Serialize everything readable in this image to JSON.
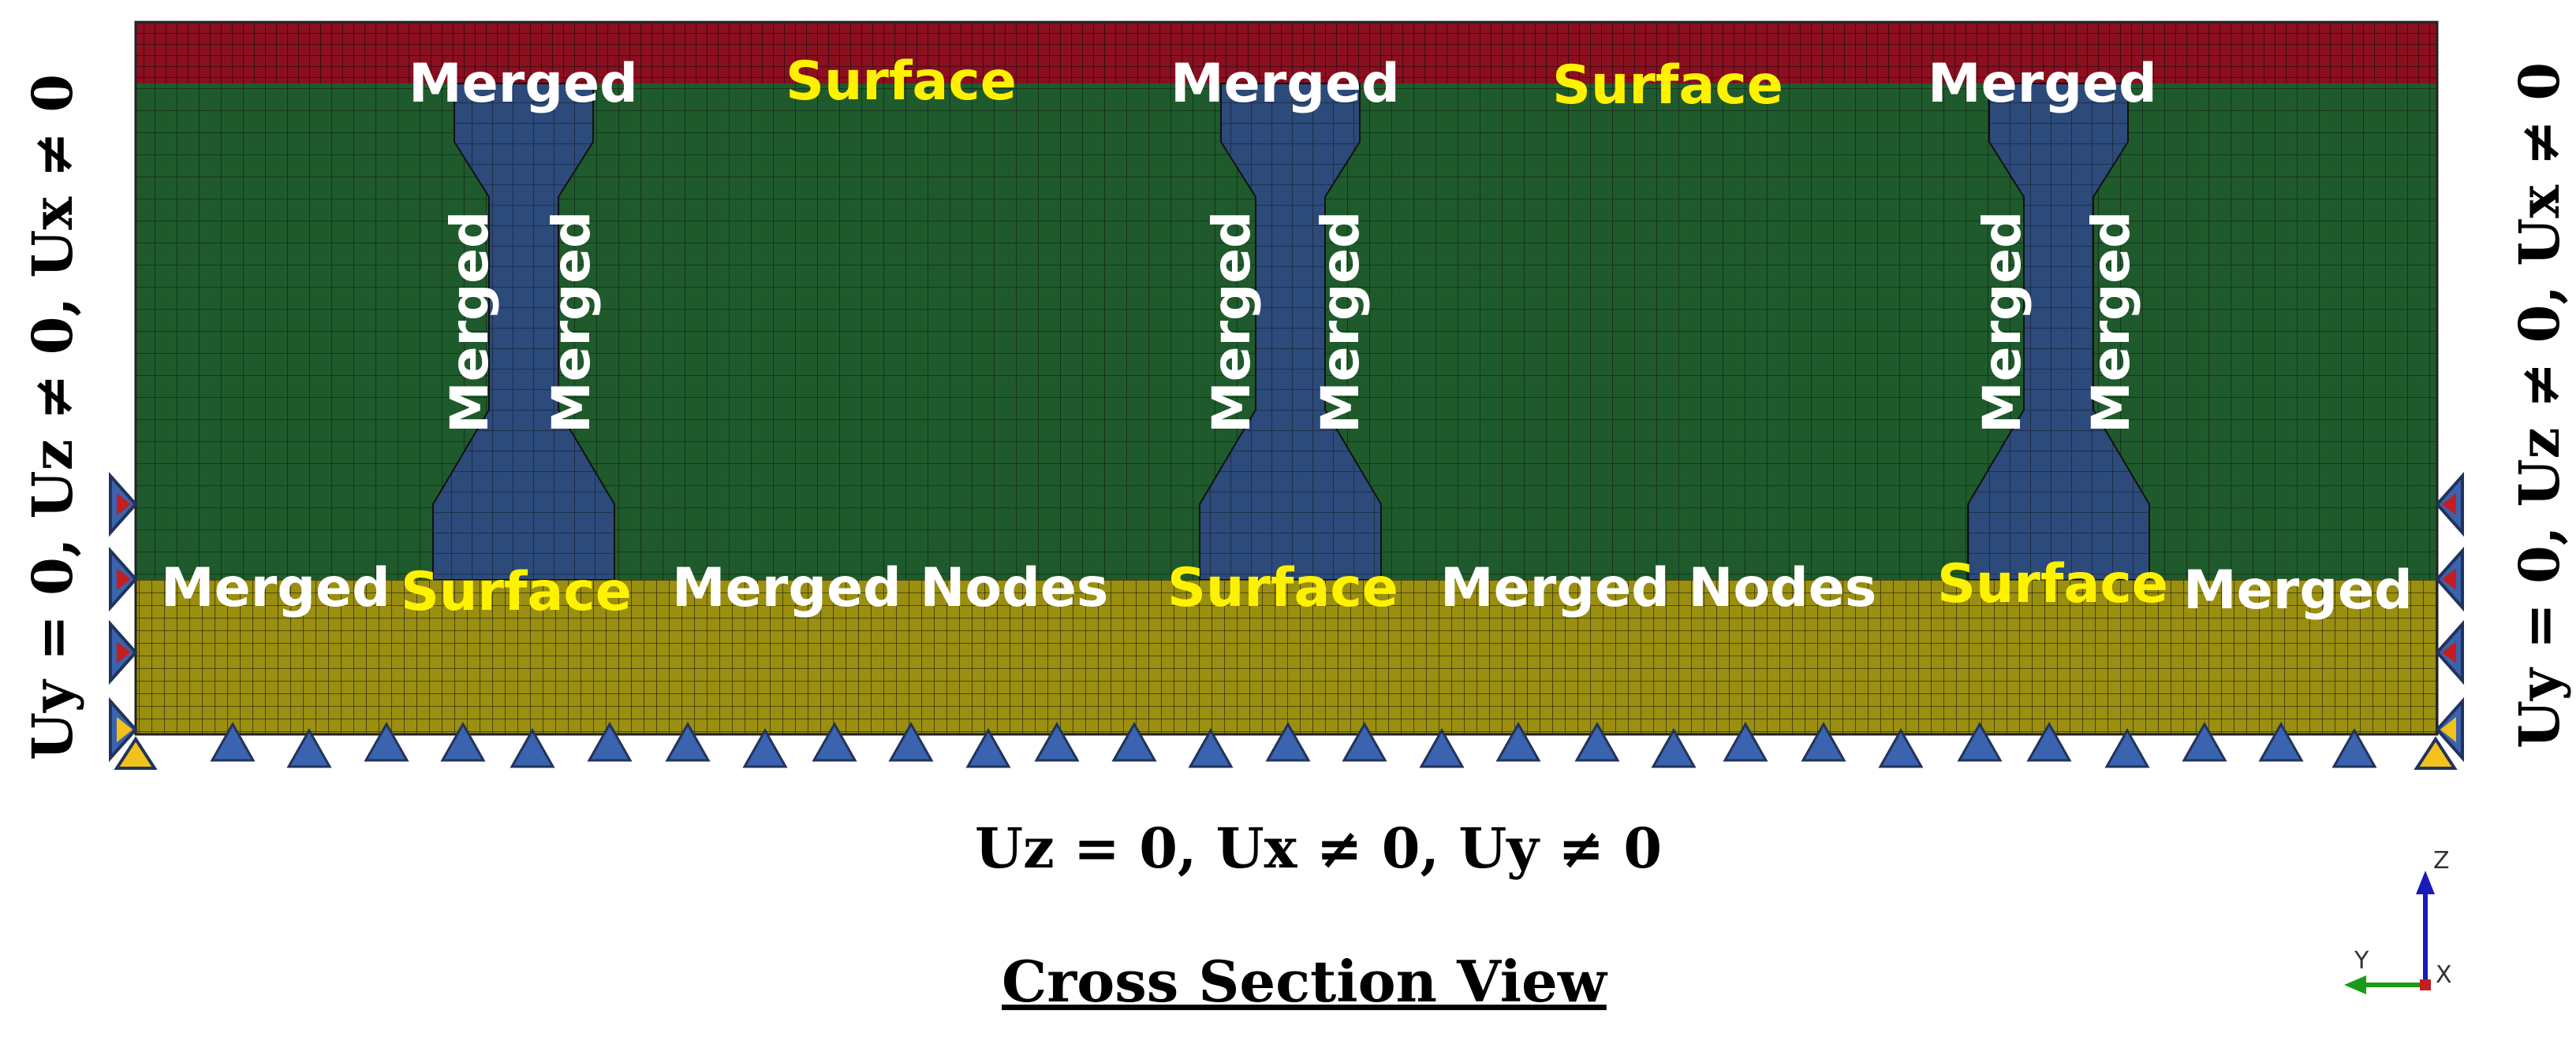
{
  "labels": {
    "top_merged": [
      "Merged",
      "Merged",
      "Merged"
    ],
    "top_surface": [
      "Surface",
      "Surface"
    ],
    "vertical_merged": [
      "Merged",
      "Merged",
      "Merged",
      "Merged",
      "Merged",
      "Merged"
    ],
    "bottom_white": [
      "Merged",
      "Merged Nodes",
      "Merged Nodes",
      "Merged"
    ],
    "bottom_surface": [
      "Surface",
      "Surface",
      "Surface"
    ]
  },
  "boundary_conditions": {
    "left": "Uy = 0, Uz  ≠ 0, Ux ≠ 0",
    "right": "Uy = 0, Uz  ≠ 0, Ux ≠ 0",
    "bottom": "Uz = 0, Ux ≠ 0, Uy ≠ 0"
  },
  "title": "Cross Section View",
  "axes_triad": {
    "z": "Z",
    "y": "Y",
    "x": "X"
  },
  "colors": {
    "top_layer": "#8b0f1f",
    "middle_layer": "#1f5a2c",
    "bottom_layer": "#9a8f10",
    "pillar": "#2c4a7a",
    "mesh_line": "#0a0a0a",
    "triangle": "#3a63b0",
    "triangle_edge": "#22335a",
    "corner_triangle": "#f2c21b",
    "side_marker": "#c41e1e"
  }
}
